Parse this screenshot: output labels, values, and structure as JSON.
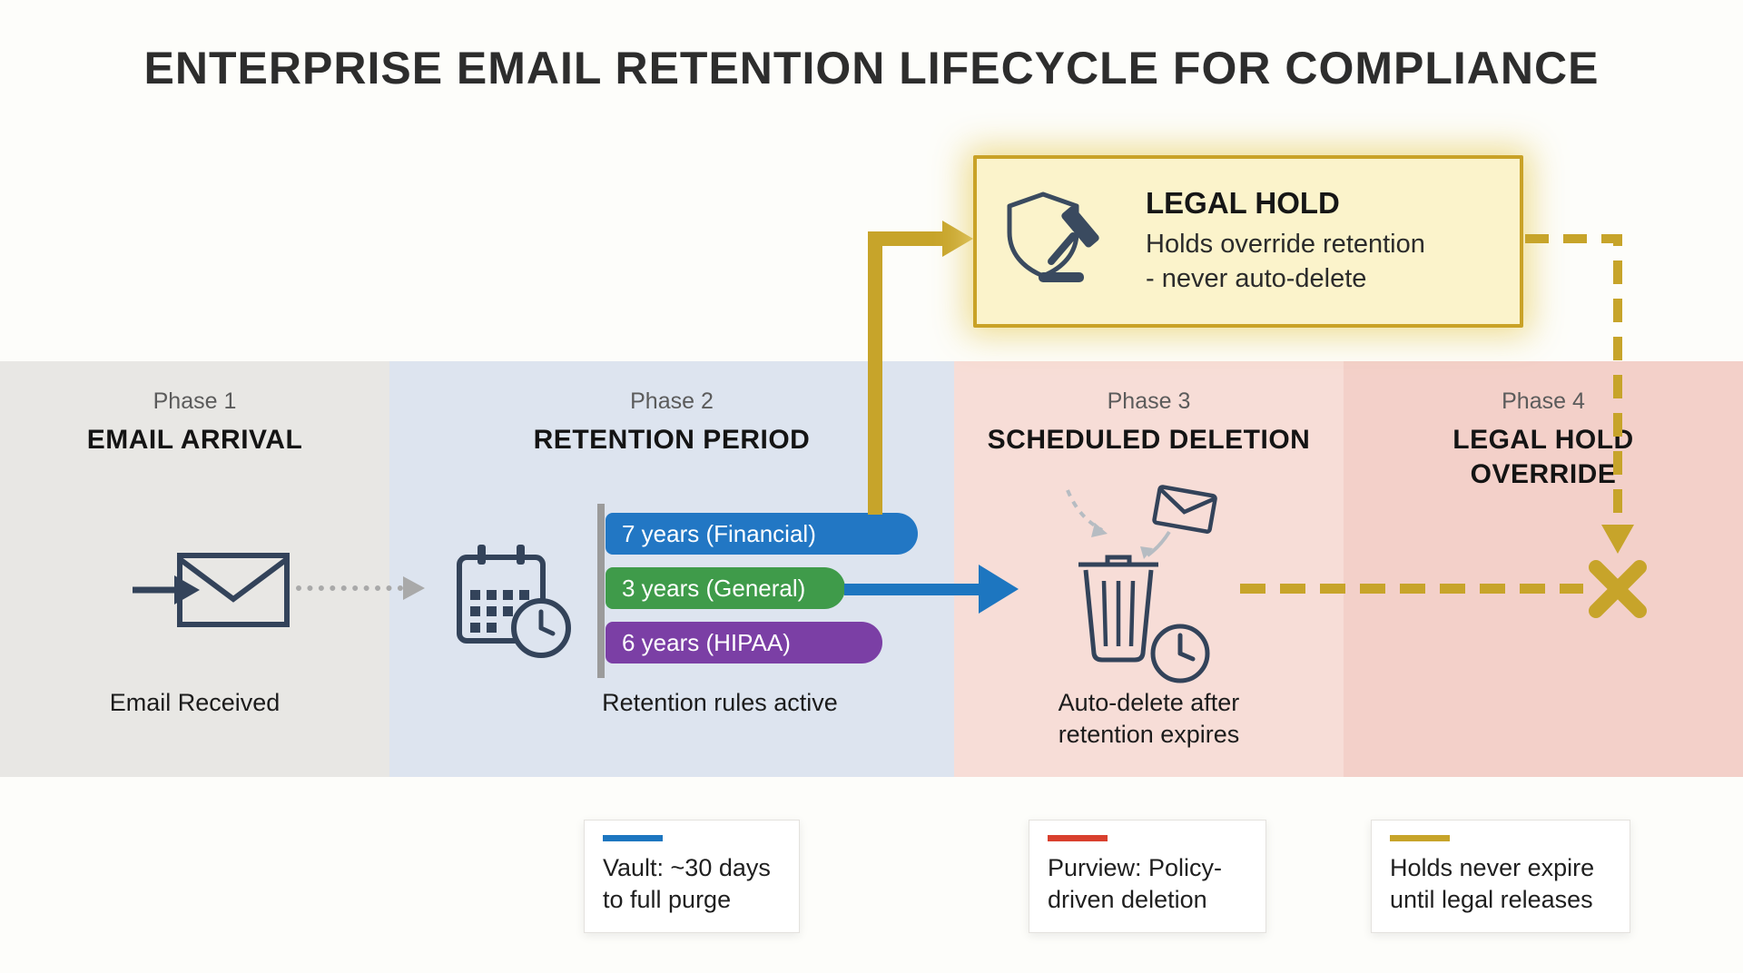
{
  "title": "ENTERPRISE EMAIL RETENTION LIFECYCLE FOR COMPLIANCE",
  "phases": [
    {
      "label": "Phase 1",
      "name": "EMAIL ARRIVAL",
      "caption": "Email Received"
    },
    {
      "label": "Phase 2",
      "name": "RETENTION PERIOD",
      "caption": "Retention rules active"
    },
    {
      "label": "Phase 3",
      "name": "SCHEDULED DELETION",
      "caption": "Auto-delete after retention expires"
    },
    {
      "label": "Phase 4",
      "name": "LEGAL HOLD OVERRIDE"
    }
  ],
  "retention_rules": [
    {
      "label": "7 years (Financial)",
      "color": "#2277c4"
    },
    {
      "label": "3 years (General)",
      "color": "#3f9b4a"
    },
    {
      "label": "6 years (HIPAA)",
      "color": "#7b3fa5"
    }
  ],
  "legal_hold": {
    "title": "LEGAL HOLD",
    "description_line1": "Holds override retention",
    "description_line2": "- never auto-delete"
  },
  "legend": [
    {
      "text": "Vault: ~30 days to full purge",
      "color": "#1d76c0"
    },
    {
      "text": "Purview: Policy-driven deletion",
      "color": "#d9402e"
    },
    {
      "text": "Holds never expire until legal releases",
      "color": "#c7a42a"
    }
  ],
  "colors": {
    "gold": "#c7a42a",
    "blue_arrow": "#1d76c0",
    "icon_navy": "#33435a"
  }
}
